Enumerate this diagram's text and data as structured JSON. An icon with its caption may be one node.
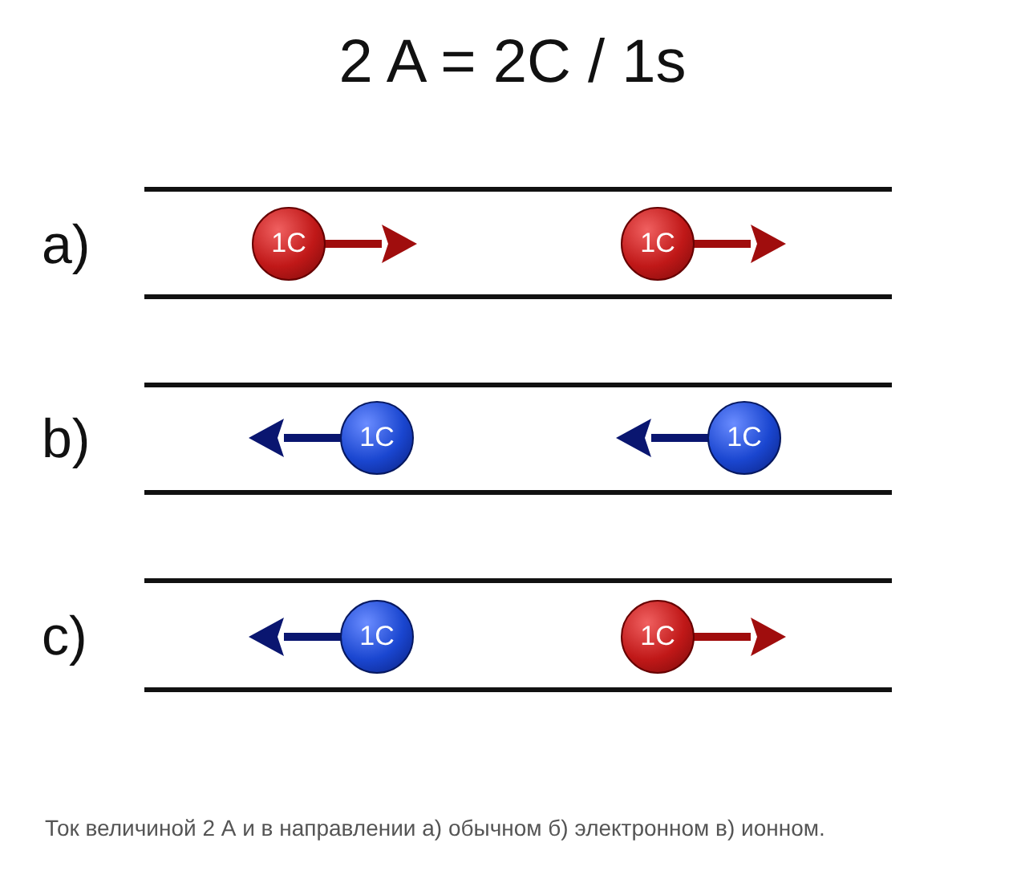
{
  "diagram": {
    "title": "2 A = 2C / 1s",
    "caption": "Ток величиной 2 А и в направлении а) обычном б) электронном в) ионном.",
    "nodes": [
      {
        "text": [
          "1C"
        ]
      },
      {
        "text": [
          "1C"
        ]
      },
      {
        "text": [
          "1C"
        ]
      },
      {
        "text": [
          "1C"
        ]
      },
      {
        "text": [
          "1C"
        ]
      },
      {
        "text": [
          "1C"
        ]
      }
    ],
    "labels": [
      "a)",
      "b)",
      "c)"
    ]
  }
}
